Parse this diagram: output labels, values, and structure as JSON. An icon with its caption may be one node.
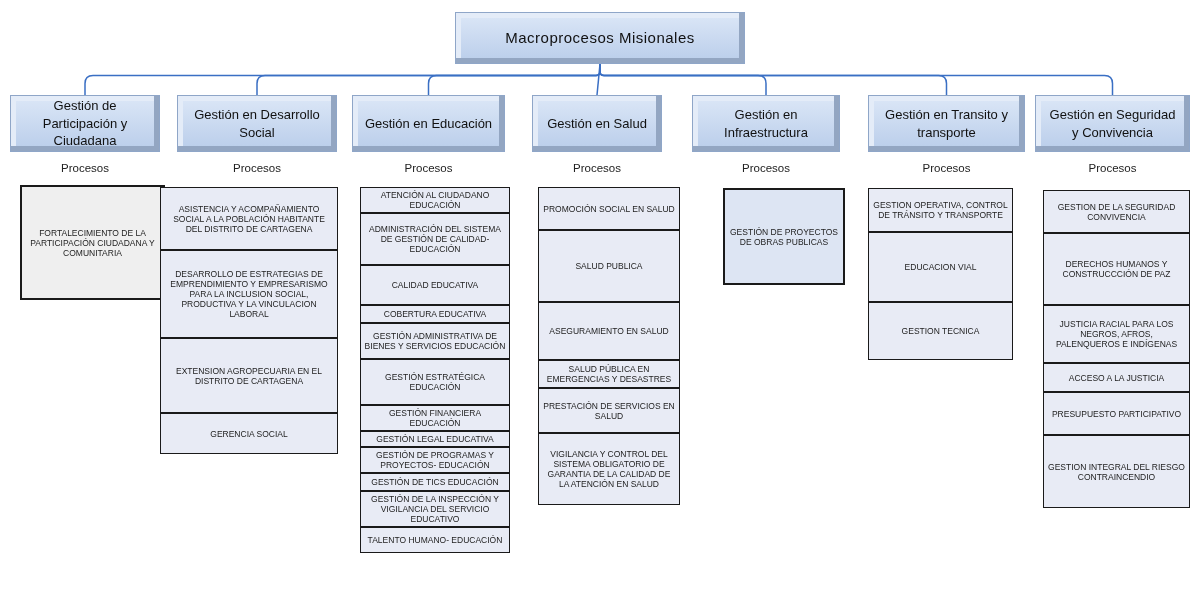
{
  "diagram": {
    "nodes": [
      {
        "text": [
          "Macroprocesos Misionales"
        ]
      },
      {
        "text": [
          "Gestión de Participación y Ciudadana"
        ],
        "beside": [
          "Procesos"
        ]
      },
      {
        "text": [
          "FORTALECIMIENTO DE LA PARTICIPACIÓN CIUDADANA Y COMUNITARIA"
        ]
      },
      {
        "text": [
          "Gestión en Desarrollo Social"
        ],
        "beside": [
          "Procesos"
        ]
      },
      {
        "text": [
          "ASISTENCIA Y ACOMPAÑAMIENTO SOCIAL A LA POBLACIÓN HABITANTE DEL DISTRITO DE CARTAGENA"
        ]
      },
      {
        "text": [
          "DESARROLLO DE ESTRATEGIAS DE EMPRENDIMIENTO Y EMPRESARISMO PARA LA INCLUSION SOCIAL, PRODUCTIVA Y LA VINCULACION LABORAL"
        ]
      },
      {
        "text": [
          "EXTENSION AGROPECUARIA EN EL DISTRITO DE CARTAGENA"
        ]
      },
      {
        "text": [
          "GERENCIA SOCIAL"
        ]
      },
      {
        "text": [
          "Gestión en Educación"
        ],
        "beside": [
          "Procesos"
        ]
      },
      {
        "text": [
          "ATENCIÓN AL CIUDADANO EDUCACIÓN"
        ]
      },
      {
        "text": [
          "ADMINISTRACIÓN DEL SISTEMA DE GESTIÓN DE CALIDAD- EDUCACIÓN"
        ]
      },
      {
        "text": [
          "CALIDAD EDUCATIVA"
        ]
      },
      {
        "text": [
          "COBERTURA EDUCATIVA"
        ]
      },
      {
        "text": [
          "GESTIÓN ADMINISTRATIVA DE BIENES Y SERVICIOS EDUCACIÓN"
        ]
      },
      {
        "text": [
          "GESTIÓN ESTRATÉGICA EDUCACIÓN"
        ]
      },
      {
        "text": [
          "GESTIÓN FINANCIERA EDUCACIÓN"
        ]
      },
      {
        "text": [
          "GESTIÓN LEGAL EDUCATIVA"
        ]
      },
      {
        "text": [
          "GESTIÓN DE PROGRAMAS Y PROYECTOS- EDUCACIÓN"
        ]
      },
      {
        "text": [
          "GESTIÓN DE TICS EDUCACIÓN"
        ]
      },
      {
        "text": [
          "GESTIÓN DE LA INSPECCIÓN Y VIGILANCIA DEL SERVICIO EDUCATIVO"
        ]
      },
      {
        "text": [
          "TALENTO HUMANO- EDUCACIÓN"
        ]
      },
      {
        "text": [
          "Gestión en Salud"
        ],
        "beside": [
          "Procesos"
        ]
      },
      {
        "text": [
          "PROMOCIÓN SOCIAL EN SALUD"
        ]
      },
      {
        "text": [
          "SALUD PUBLICA"
        ]
      },
      {
        "text": [
          "ASEGURAMIENTO EN SALUD"
        ]
      },
      {
        "text": [
          "SALUD PÚBLICA EN EMERGENCIAS Y DESASTRES"
        ]
      },
      {
        "text": [
          "PRESTACIÓN DE SERVICIOS EN SALUD"
        ]
      },
      {
        "text": [
          "VIGILANCIA Y CONTROL DEL SISTEMA OBLIGATORIO DE GARANTIA DE LA CALIDAD DE LA ATENCIÓN EN SALUD"
        ]
      },
      {
        "text": [
          "Gestión en Infraestructura"
        ],
        "beside": [
          "Procesos"
        ]
      },
      {
        "text": [
          "GESTIÓN DE PROYECTOS DE OBRAS PUBLICAS"
        ]
      },
      {
        "text": [
          "Gestión en Transito y transporte"
        ],
        "beside": [
          "Procesos"
        ]
      },
      {
        "text": [
          "GESTION OPERATIVA, CONTROL DE TRÁNSITO Y TRANSPORTE"
        ]
      },
      {
        "text": [
          "EDUCACION VIAL"
        ]
      },
      {
        "text": [
          "GESTION TECNICA"
        ]
      },
      {
        "text": [
          "Gestión en Seguridad y Convivencia"
        ],
        "beside": [
          "Procesos"
        ]
      },
      {
        "text": [
          "GESTION DE LA SEGURIDAD CONVIVENCIA"
        ]
      },
      {
        "text": [
          "DERECHOS HUMANOS Y CONSTRUCCCIÓN DE PAZ"
        ]
      },
      {
        "text": [
          "JUSTICIA RACIAL PARA LOS NEGROS, AFROS, PALENQUEROS E INDÍGENAS"
        ]
      },
      {
        "text": [
          "ACCESO A LA JUSTICIA"
        ]
      },
      {
        "text": [
          "PRESUPUESTO PARTICIPATIVO"
        ]
      },
      {
        "text": [
          "GESTION INTEGRAL DEL RIESGO CONTRAINCENDIO"
        ]
      }
    ],
    "edges": [
      {
        "from": 0,
        "to": 1,
        "arrow": "none"
      },
      {
        "from": 0,
        "to": 3,
        "arrow": "none"
      },
      {
        "from": 0,
        "to": 8,
        "arrow": "none"
      },
      {
        "from": 0,
        "to": 21,
        "arrow": "none"
      },
      {
        "from": 0,
        "to": 28,
        "arrow": "none"
      },
      {
        "from": 0,
        "to": 30,
        "arrow": "none"
      },
      {
        "from": 0,
        "to": 34,
        "arrow": "none"
      }
    ]
  }
}
